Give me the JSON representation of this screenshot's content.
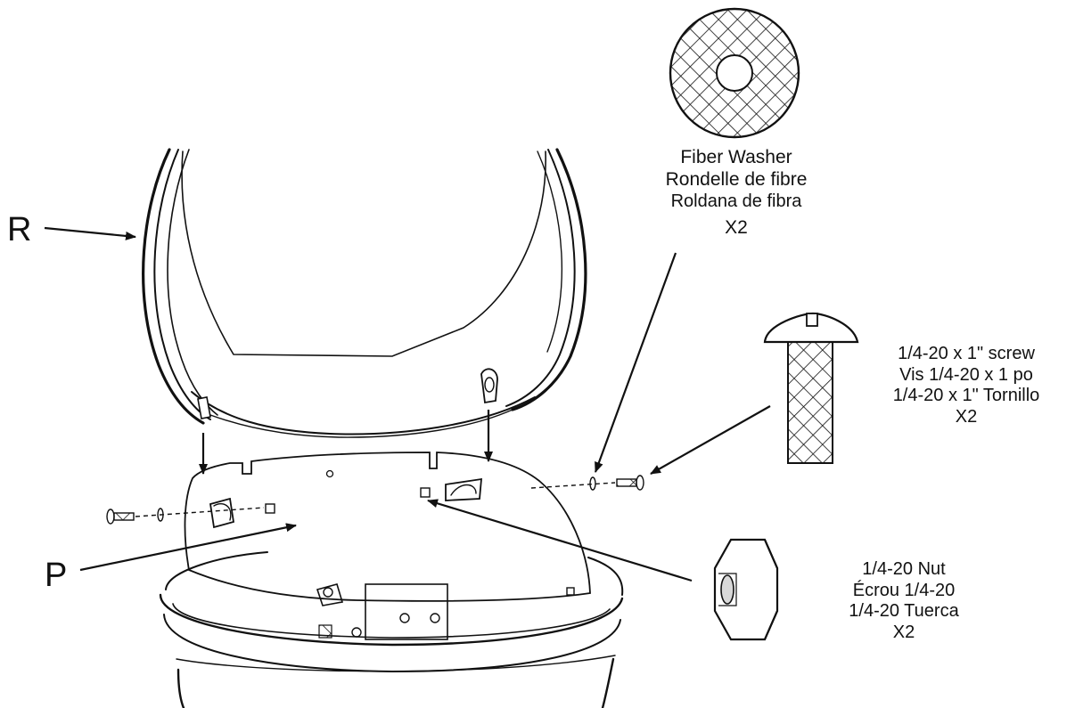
{
  "callouts": {
    "part_r": "R",
    "part_p": "P"
  },
  "fiber_washer": {
    "en": "Fiber Washer",
    "fr": "Rondelle de fibre",
    "es": "Roldana de fibra",
    "qty": "X2"
  },
  "screw": {
    "en": "1/4-20 x 1\" screw",
    "fr": "Vis 1/4-20 x 1 po",
    "es": "1/4-20 x 1\" Tornillo",
    "qty": "X2"
  },
  "nut": {
    "en": "1/4-20 Nut",
    "fr": "Écrou 1/4-20",
    "es": "1/4-20  Tuerca",
    "qty": "X2"
  },
  "colors": {
    "ink": "#111111",
    "paper": "#ffffff",
    "shade": "#d9d9d9"
  },
  "icons": [
    "fiber-washer-icon",
    "screw-icon",
    "nut-icon"
  ]
}
